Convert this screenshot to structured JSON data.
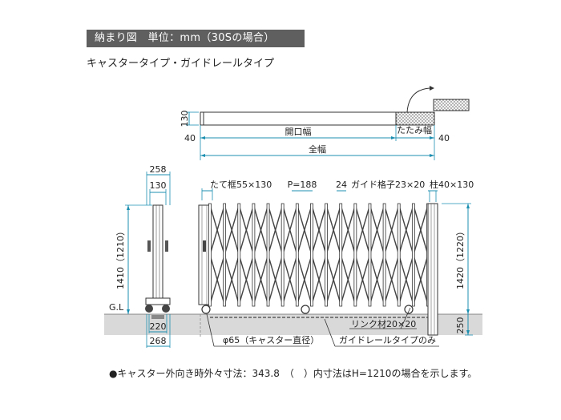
{
  "header": {
    "title": "納まり図　単位：mm（30Sの場合）",
    "subtitle": "キャスタータイプ・ガイドレールタイプ"
  },
  "top_view": {
    "dim_130": "130",
    "dim_40_left": "40",
    "dim_40_right": "40",
    "opening_width": "開口幅",
    "folded_width": "たたみ幅",
    "overall_width": "全幅"
  },
  "side_view": {
    "dim_258": "258",
    "dim_130": "130",
    "height": "1410（1210）",
    "ground": "G.L",
    "dim_220": "220",
    "dim_268": "268"
  },
  "front_view": {
    "frame": "たて框55×130",
    "pitch": "P=188",
    "dim_24": "24",
    "guide_bar": "ガイド格子23×20",
    "post": "柱40×130",
    "height": "1420（1220）",
    "dim_250": "250",
    "link": "リンク材20×20",
    "caster": "φ65（キャスター直径）",
    "guide_rail": "ガイドレールタイプのみ"
  },
  "note": "●キャスター外向き時外々寸法：343.8　（　）内寸法はH=1210の場合を示します。"
}
